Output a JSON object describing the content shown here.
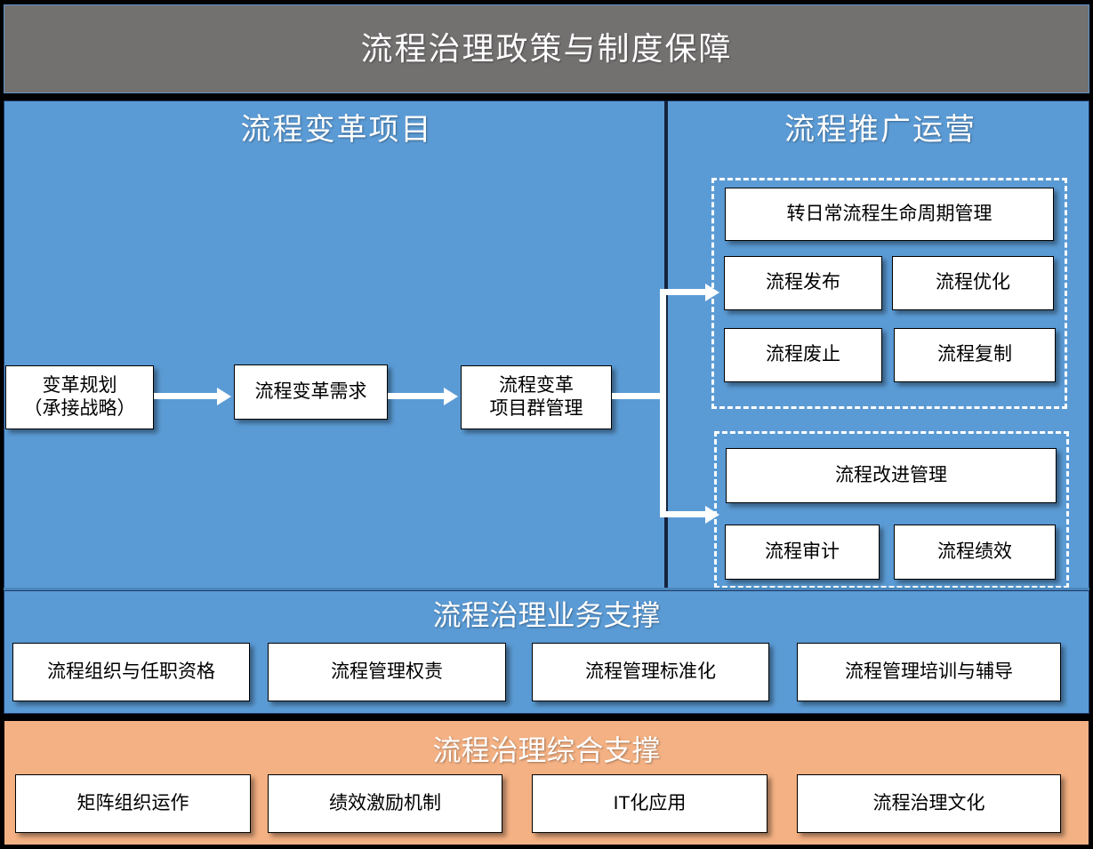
{
  "policy_banner": {
    "title": "流程治理政策与制度保障"
  },
  "project_region": {
    "left_panel": {
      "title": "流程变革项目",
      "flow_nodes": [
        {
          "label": "变革规划\n（承接战略）"
        },
        {
          "label": "流程变革需求"
        },
        {
          "label": "流程变革\n项目群管理"
        }
      ]
    },
    "right_panel": {
      "title": "流程推广运营",
      "groups": [
        {
          "name": "lifecycle-group",
          "items": [
            {
              "label": "转日常流程生命周期管理"
            },
            {
              "label": "流程发布"
            },
            {
              "label": "流程优化"
            },
            {
              "label": "流程废止"
            },
            {
              "label": "流程复制"
            }
          ]
        },
        {
          "name": "improvement-group",
          "items": [
            {
              "label": "流程改进管理"
            },
            {
              "label": "流程审计"
            },
            {
              "label": "流程绩效"
            }
          ]
        }
      ]
    }
  },
  "business_support": {
    "title": "流程治理业务支撑",
    "items": [
      {
        "label": "流程组织与任职资格"
      },
      {
        "label": "流程管理权责"
      },
      {
        "label": "流程管理标准化"
      },
      {
        "label": "流程管理培训与辅导"
      }
    ]
  },
  "comprehensive_support": {
    "title": "流程治理综合支撑",
    "items": [
      {
        "label": "矩阵组织运作"
      },
      {
        "label": "绩效激励机制"
      },
      {
        "label": "IT化应用"
      },
      {
        "label": "流程治理文化"
      }
    ]
  },
  "colors": {
    "policy_banner_bg": "#737070",
    "project_bg": "#5b9bd5",
    "comprehensive_bg": "#f4b183",
    "box_bg": "#ffffff",
    "connector": "#ffffff",
    "outline": "#000000"
  }
}
